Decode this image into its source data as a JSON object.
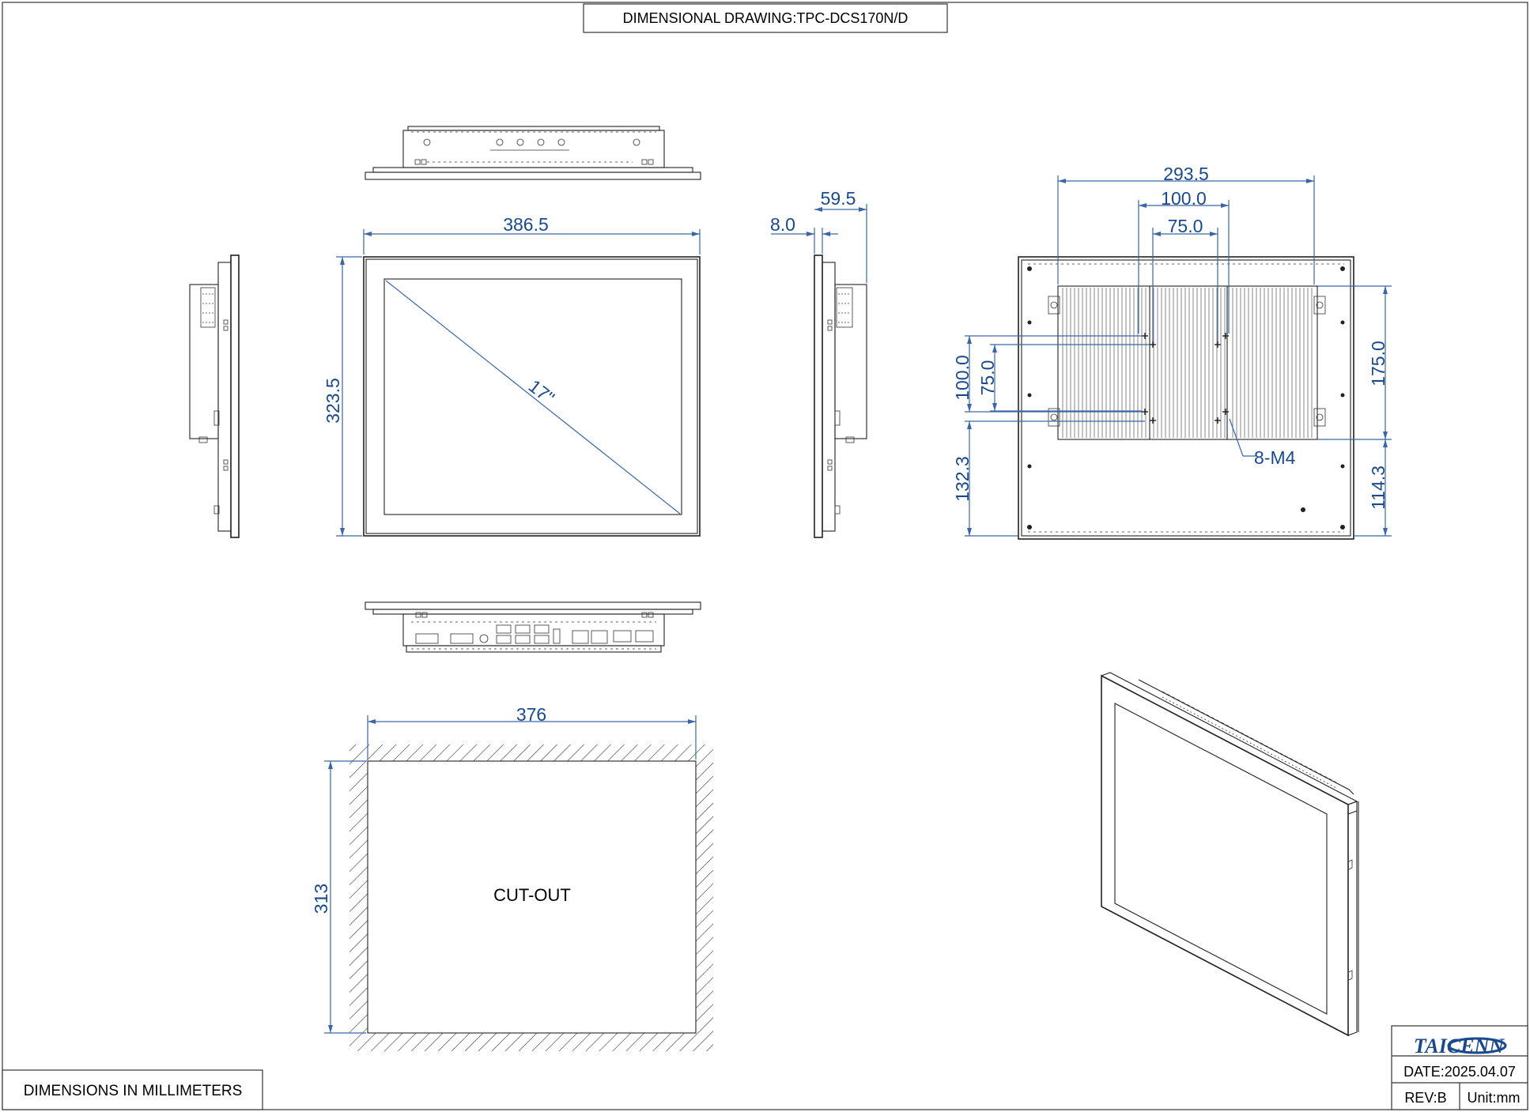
{
  "title": "DIMENSIONAL DRAWING:TPC-DCS170N/D",
  "footer_note": "DIMENSIONS IN MILLIMETERS",
  "title_block": {
    "logo": "TAICENN",
    "date": "DATE:2025.04.07",
    "rev": "REV:B",
    "unit": "Unit:mm"
  },
  "front_view": {
    "width_label": "386.5",
    "height_label": "323.5",
    "diagonal_label": "17\""
  },
  "side_view": {
    "front_thickness_label": "8.0",
    "depth_label": "59.5"
  },
  "rear_view": {
    "overall_label": "293.5",
    "vesa_100_label": "100.0",
    "vesa_75_label": "75.0",
    "v100_label": "100.0",
    "v75_label": "75.0",
    "v175_label": "175.0",
    "v132_label": "132.3",
    "v114_label": "114.3",
    "screw_label": "8-M4"
  },
  "cutout": {
    "width_label": "376",
    "height_label": "313",
    "text": "CUT-OUT"
  },
  "colors": {
    "dimension": "#1a4a8c",
    "outline": "#222222"
  }
}
